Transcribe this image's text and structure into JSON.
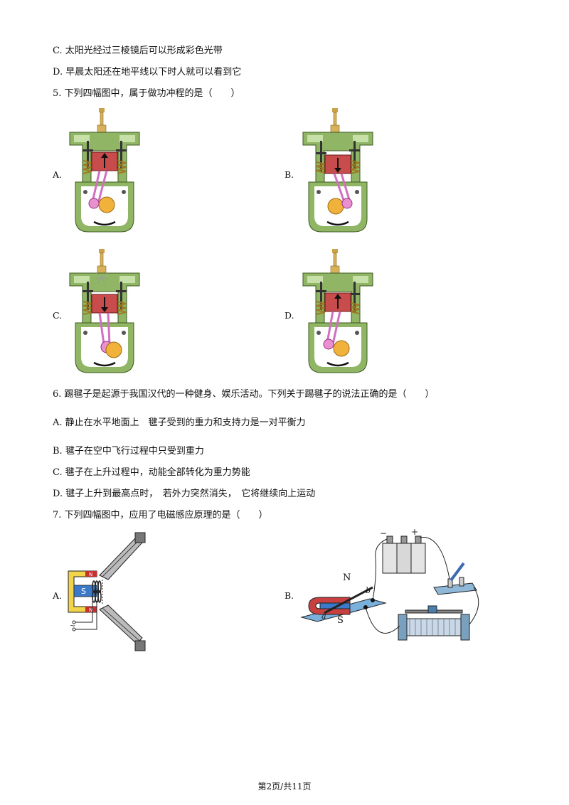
{
  "lines": {
    "q4_c": "C. 太阳光经过三棱镜后可以形成彩色光带",
    "q4_d": "D. 早晨太阳还在地平线以下时人就可以看到它",
    "q5_stem": "5. 下列四幅图中，属于做功冲程的是（　　）",
    "q6_stem": "6. 踢毽子是起源于我国汉代的一种健身、娱乐活动。下列关于踢毽子的说法正确的是（　　）",
    "q6_a": "A. 静止在水平地面上　毽子受到的重力和支持力是一对平衡力",
    "q6_b": "B. 毽子在空中飞行过程中只受到重力",
    "q6_c": "C. 毽子在上升过程中，动能全部转化为重力势能",
    "q6_d": "D. 毽子上升到最高点时，　若外力突然消失，　它将继续向上运动",
    "q7_stem": "7. 下列四幅图中，应用了电磁感应原理的是（　　）"
  },
  "q5_options": [
    "A.",
    "B.",
    "C.",
    "D."
  ],
  "q7_options": [
    "A.",
    "B."
  ],
  "q7_labels": {
    "magnet_s": "S",
    "magnet_n_top": "N",
    "magnet_n_bottom": "N",
    "ac_symbol": "~",
    "battery_minus": "−",
    "battery_plus": "+",
    "horseshoe_n": "N",
    "horseshoe_s": "S",
    "rod_a": "a",
    "rod_b": "b"
  },
  "footer": "第2页/共11页"
}
